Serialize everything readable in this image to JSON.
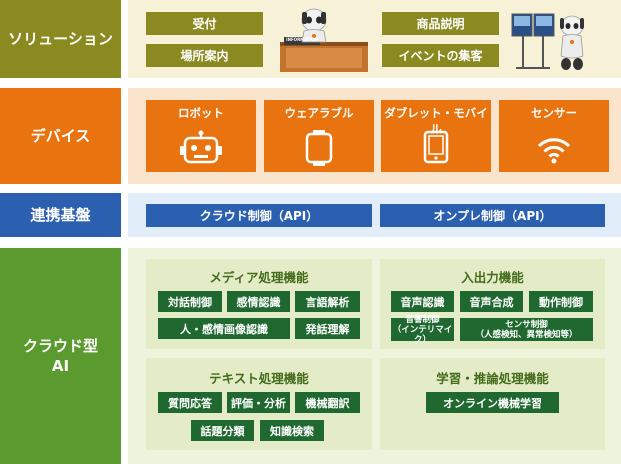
{
  "rows": {
    "solution": {
      "label": "ソリューション",
      "items": [
        "受付",
        "場所案内",
        "商品説明",
        "イベントの集客"
      ],
      "sign_text": "INFORMATION"
    },
    "device": {
      "label": "デバイス",
      "items": [
        {
          "label": "ロボット",
          "icon": "robot-icon"
        },
        {
          "label": "ウェアラブル",
          "icon": "smartwatch-icon"
        },
        {
          "label": "ダブレット・モバイル",
          "icon": "tablet-icon"
        },
        {
          "label": "センサー",
          "icon": "wifi-signal-icon"
        }
      ]
    },
    "link": {
      "label": "連携基盤",
      "items": [
        "クラウド制御（API）",
        "オンプレ制御（API）"
      ]
    },
    "cloud": {
      "label": "クラウド型\nAI",
      "media": {
        "title": "メディア処理機能",
        "items": [
          "対話制御",
          "感情認識",
          "言語解析",
          "人・感情画像認識",
          "発話理解"
        ]
      },
      "io": {
        "title": "入出力機能",
        "items": [
          "音声認識",
          "音声合成",
          "動作制御"
        ],
        "sound_control": {
          "title": "音響制御",
          "sub": "（インテリマイク）"
        },
        "sensor_control": {
          "title": "センサ制御",
          "sub": "（人感検知、異常検知等）"
        }
      },
      "text": {
        "title": "テキスト処理機能",
        "items": [
          "質問応答",
          "評価・分析",
          "機械翻訳",
          "話題分類",
          "知識検索"
        ]
      },
      "learning": {
        "title": "学習・推論処理機能",
        "items": [
          "オンライン機械学習"
        ]
      }
    }
  },
  "colors": {
    "solution": "#8b8a21",
    "solution_bg": "#f7f2d7",
    "device": "#e8730f",
    "device_bg": "#fbe4cc",
    "link": "#2b5fb0",
    "link_bg": "#e1edf8",
    "cloud": "#5b9a2e",
    "cloud_bg": "#eef4dc",
    "cloud_button": "#1f6830"
  }
}
